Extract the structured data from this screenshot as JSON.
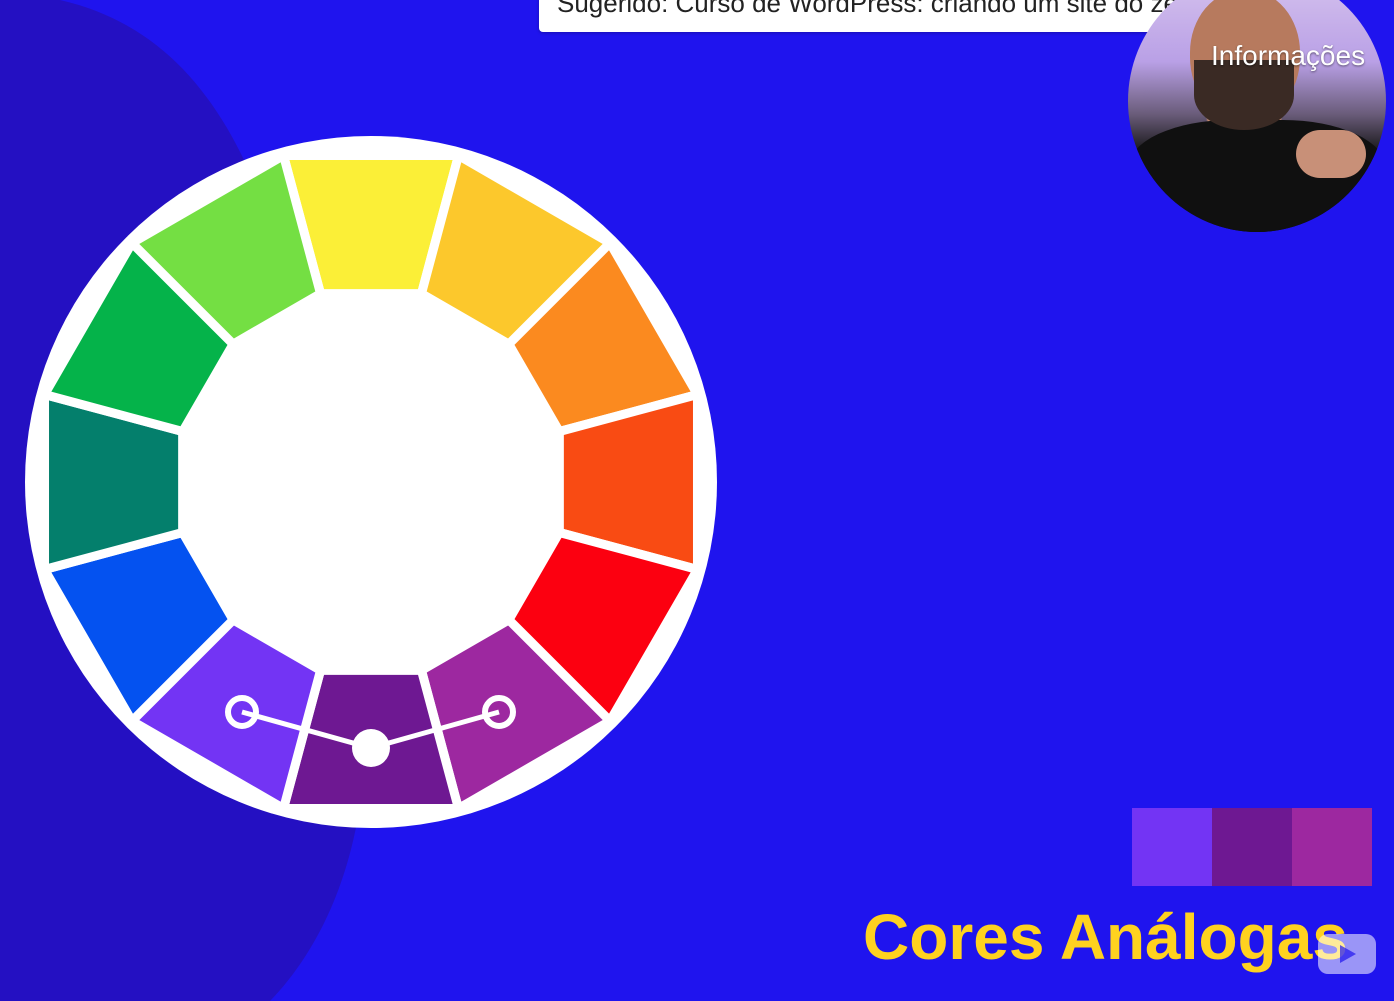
{
  "suggestion": {
    "text": "Sugerido: Curso de WordPress: criando um site do zero"
  },
  "info_label": "Informações",
  "title": "Cores Análogas",
  "colors": {
    "background": "#1f14ee",
    "background_shape": "#2410c2",
    "title": "#ffd21f",
    "wheel_border": "#ffffff"
  },
  "wheel_segments": [
    {
      "name": "yellow",
      "color": "#fbef37"
    },
    {
      "name": "yellow-orange",
      "color": "#fcc82c"
    },
    {
      "name": "orange",
      "color": "#fb8a1f"
    },
    {
      "name": "red-orange",
      "color": "#f94b13"
    },
    {
      "name": "red",
      "color": "#fc0010"
    },
    {
      "name": "red-violet",
      "color": "#9d28a0"
    },
    {
      "name": "violet",
      "color": "#6e1892"
    },
    {
      "name": "blue-violet",
      "color": "#7334f4"
    },
    {
      "name": "blue",
      "color": "#0452f0"
    },
    {
      "name": "blue-green",
      "color": "#047f6c"
    },
    {
      "name": "green",
      "color": "#05b34a"
    },
    {
      "name": "yellow-green",
      "color": "#74df43"
    }
  ],
  "selected_segments": [
    "blue-violet",
    "violet",
    "red-violet"
  ],
  "palette": [
    "#7334f4",
    "#6e1892",
    "#9d28a0"
  ],
  "icons": {
    "info": "info-circle-icon",
    "logo": "play-logo-icon"
  }
}
